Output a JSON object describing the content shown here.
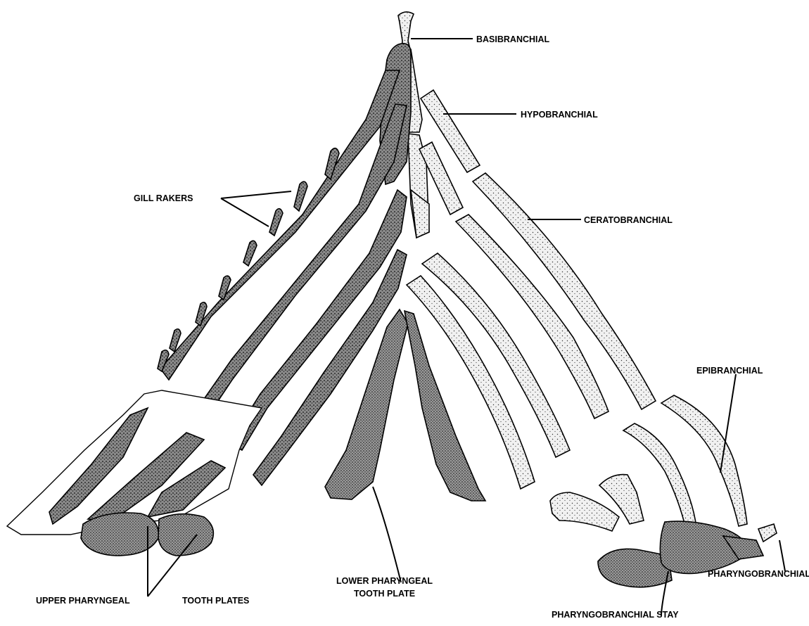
{
  "labels": {
    "basibranchial": "BASIBRANCHIAL",
    "hypobranchial": "HYPOBRANCHIAL",
    "gill_rakers": "GILL RAKERS",
    "ceratobranchial": "CERATOBRANCHIAL",
    "epibranchial": "EPIBRANCHIAL",
    "lower_pharyngeal_line1": "LOWER PHARYNGEAL",
    "lower_pharyngeal_line2": "TOOTH PLATE",
    "upper_pharyngeal_a": "UPPER PHARYNGEAL",
    "upper_pharyngeal_b": "TOOTH PLATES",
    "pharyngobranchial": "PHARYNGOBRANCHIAL",
    "pharyngobranchial_stay": "PHARYNGOBRANCHIAL STAY"
  }
}
